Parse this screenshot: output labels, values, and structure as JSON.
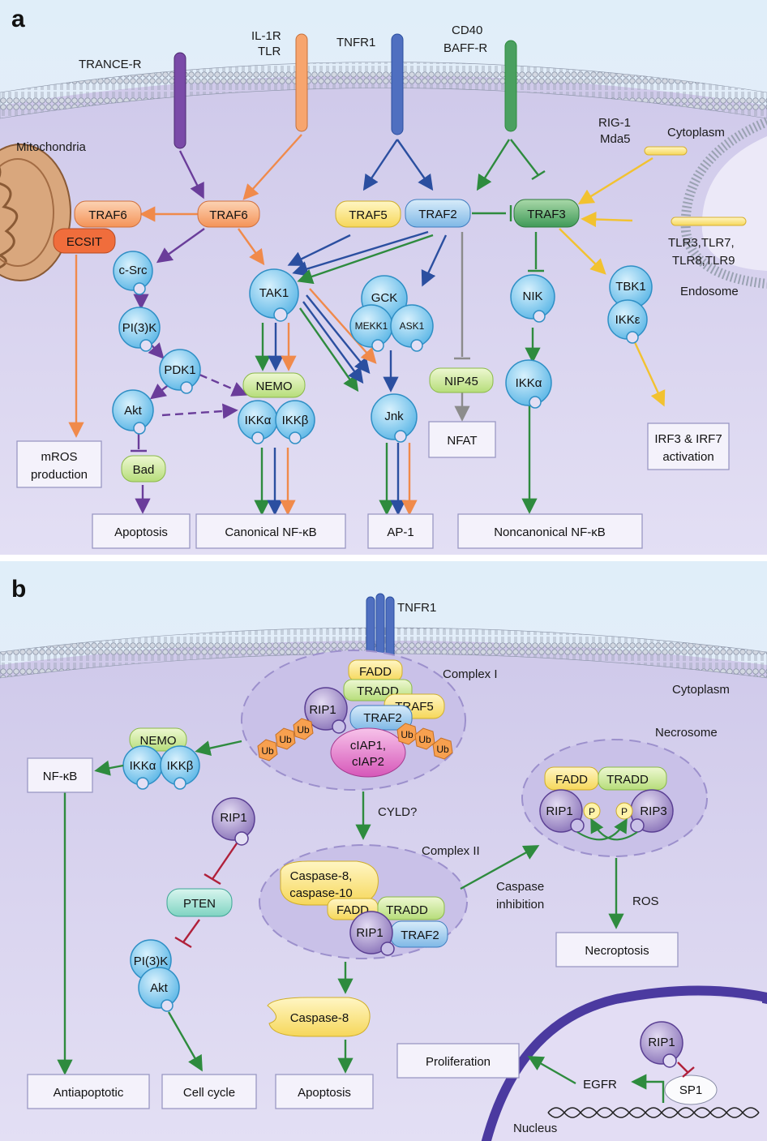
{
  "panel_a": {
    "letter": "a",
    "receptors": {
      "trance_r": "TRANCE-R",
      "il1r": "IL-1R",
      "tlr": "TLR",
      "tnfr1": "TNFR1",
      "cd40": "CD40",
      "baff_r": "BAFF-R"
    },
    "labels": {
      "mitochondria": "Mitochondria",
      "cytoplasm": "Cytoplasm",
      "endosome": "Endosome",
      "rig1": "RIG-1",
      "mda5": "Mda5",
      "tlr_endo_1": "TLR3,TLR7,",
      "tlr_endo_2": "TLR8,TLR9"
    },
    "nodes": {
      "traf6_left": "TRAF6",
      "ecsit": "ECSIT",
      "traf6": "TRAF6",
      "traf5": "TRAF5",
      "traf2": "TRAF2",
      "traf3": "TRAF3",
      "csrc": "c-Src",
      "pi3k": "PI(3)K",
      "pdk1": "PDK1",
      "akt": "Akt",
      "bad": "Bad",
      "tak1": "TAK1",
      "nemo": "NEMO",
      "ikka": "IKKα",
      "ikkb": "IKKβ",
      "gck": "GCK",
      "mekk1": "MEKK1",
      "ask1": "ASK1",
      "jnk": "Jnk",
      "nip45": "NIP45",
      "nik": "NIK",
      "ikka_nc": "IKKα",
      "tbk1": "TBK1",
      "ikke": "IKKε"
    },
    "outcomes": {
      "mros_1": "mROS",
      "mros_2": "production",
      "apoptosis": "Apoptosis",
      "canonical": "Canonical NF-κB",
      "ap1": "AP-1",
      "nfat": "NFAT",
      "noncanonical": "Noncanonical NF-κB",
      "irf_1": "IRF3 & IRF7",
      "irf_2": "activation"
    }
  },
  "panel_b": {
    "letter": "b",
    "labels": {
      "tnfr1": "TNFR1",
      "complex1": "Complex I",
      "cytoplasm": "Cytoplasm",
      "necrosome": "Necrosome",
      "cyld": "CYLD?",
      "complex2": "Complex II",
      "caspase_inh_1": "Caspase",
      "caspase_inh_2": "inhibition",
      "ros": "ROS",
      "nucleus": "Nucleus"
    },
    "nodes": {
      "fadd": "FADD",
      "tradd": "TRADD",
      "rip1": "RIP1",
      "traf2": "TRAF2",
      "traf5": "TRAF5",
      "ciap_1": "cIAP1,",
      "ciap_2": "cIAP2",
      "ub": "Ub",
      "nemo": "NEMO",
      "ikka": "IKKα",
      "ikkb": "IKKβ",
      "rip1_left": "RIP1",
      "pten": "PTEN",
      "pi3k": "PI(3)K",
      "akt": "Akt",
      "casp8_1": "Caspase-8,",
      "casp8_2": "caspase-10",
      "fadd2": "FADD",
      "tradd2": "TRADD",
      "rip1_c2": "RIP1",
      "traf2_c2": "TRAF2",
      "caspase8": "Caspase-8",
      "fadd3": "FADD",
      "tradd3": "TRADD",
      "rip1_n": "RIP1",
      "rip3": "RIP3",
      "p": "P",
      "rip1_nuc": "RIP1",
      "sp1": "SP1",
      "egfr": "EGFR"
    },
    "outcomes": {
      "nfkb": "NF-κB",
      "antiapoptotic": "Antiapoptotic",
      "cellcycle": "Cell cycle",
      "apoptosis": "Apoptosis",
      "necroptosis": "Necroptosis",
      "proliferation": "Proliferation"
    }
  },
  "colors": {
    "purple": "#6a3d9a",
    "orange": "#f08a4b",
    "blue": "#2b4fa0",
    "green": "#2e8b3e",
    "yellow": "#f2c230",
    "gray": "#8c8c8c",
    "red": "#b0203a"
  }
}
